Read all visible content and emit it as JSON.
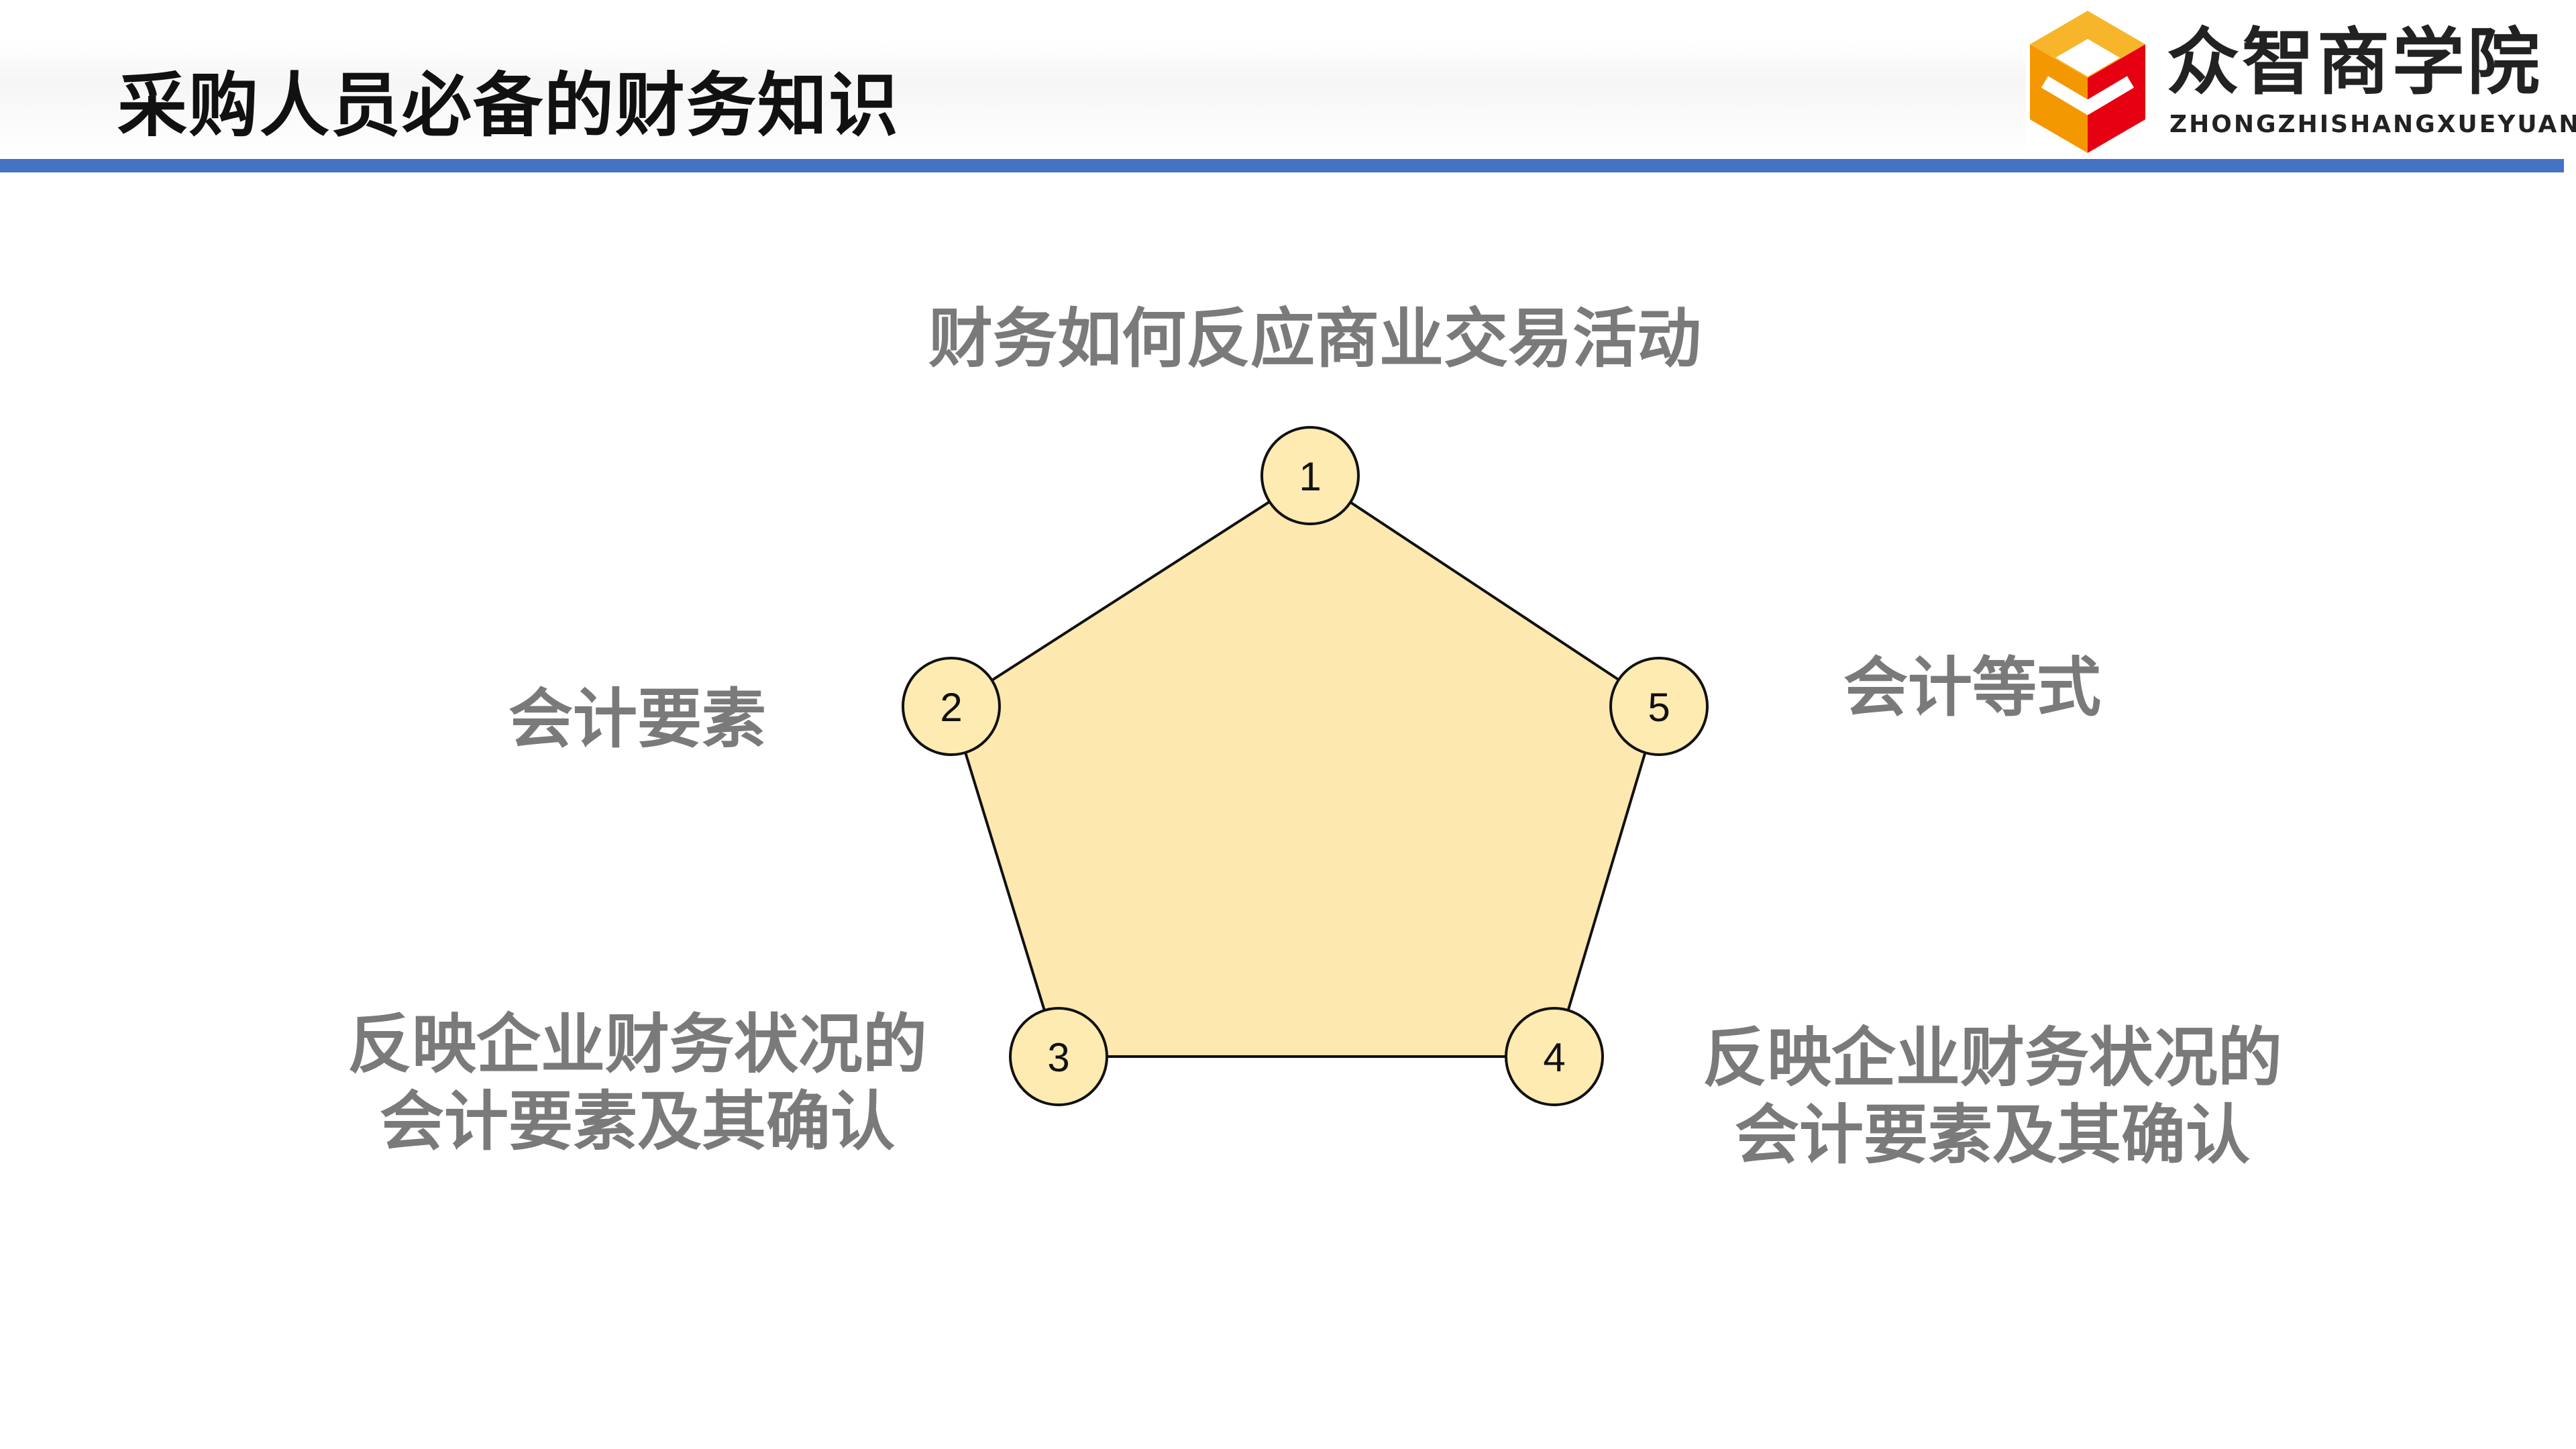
{
  "slide": {
    "title": "采购人员必备的财务知识"
  },
  "logo": {
    "name_cn": "众智商学院",
    "name_en": "ZHONGZHISHANGXUEYUAN",
    "icon": "cube-logo-icon",
    "colors": [
      "#f39800",
      "#e60012",
      "#f7b52c"
    ]
  },
  "diagram": {
    "fill_color": "#fde9b0",
    "node_fill_color": "#fdebb1",
    "nodes": [
      {
        "number": "1",
        "label_lines": [
          "财务如何反应商业交易活动"
        ]
      },
      {
        "number": "2",
        "label_lines": [
          "会计要素"
        ]
      },
      {
        "number": "3",
        "label_lines": [
          "反映企业财务状况的",
          "会计要素及其确认"
        ]
      },
      {
        "number": "4",
        "label_lines": [
          "反映企业财务状况的",
          "会计要素及其确认"
        ]
      },
      {
        "number": "5",
        "label_lines": [
          "会计等式"
        ]
      }
    ]
  },
  "colors": {
    "accent_rule": "#4472c4",
    "label_text": "#7a7a7a",
    "title_text": "#111111"
  }
}
